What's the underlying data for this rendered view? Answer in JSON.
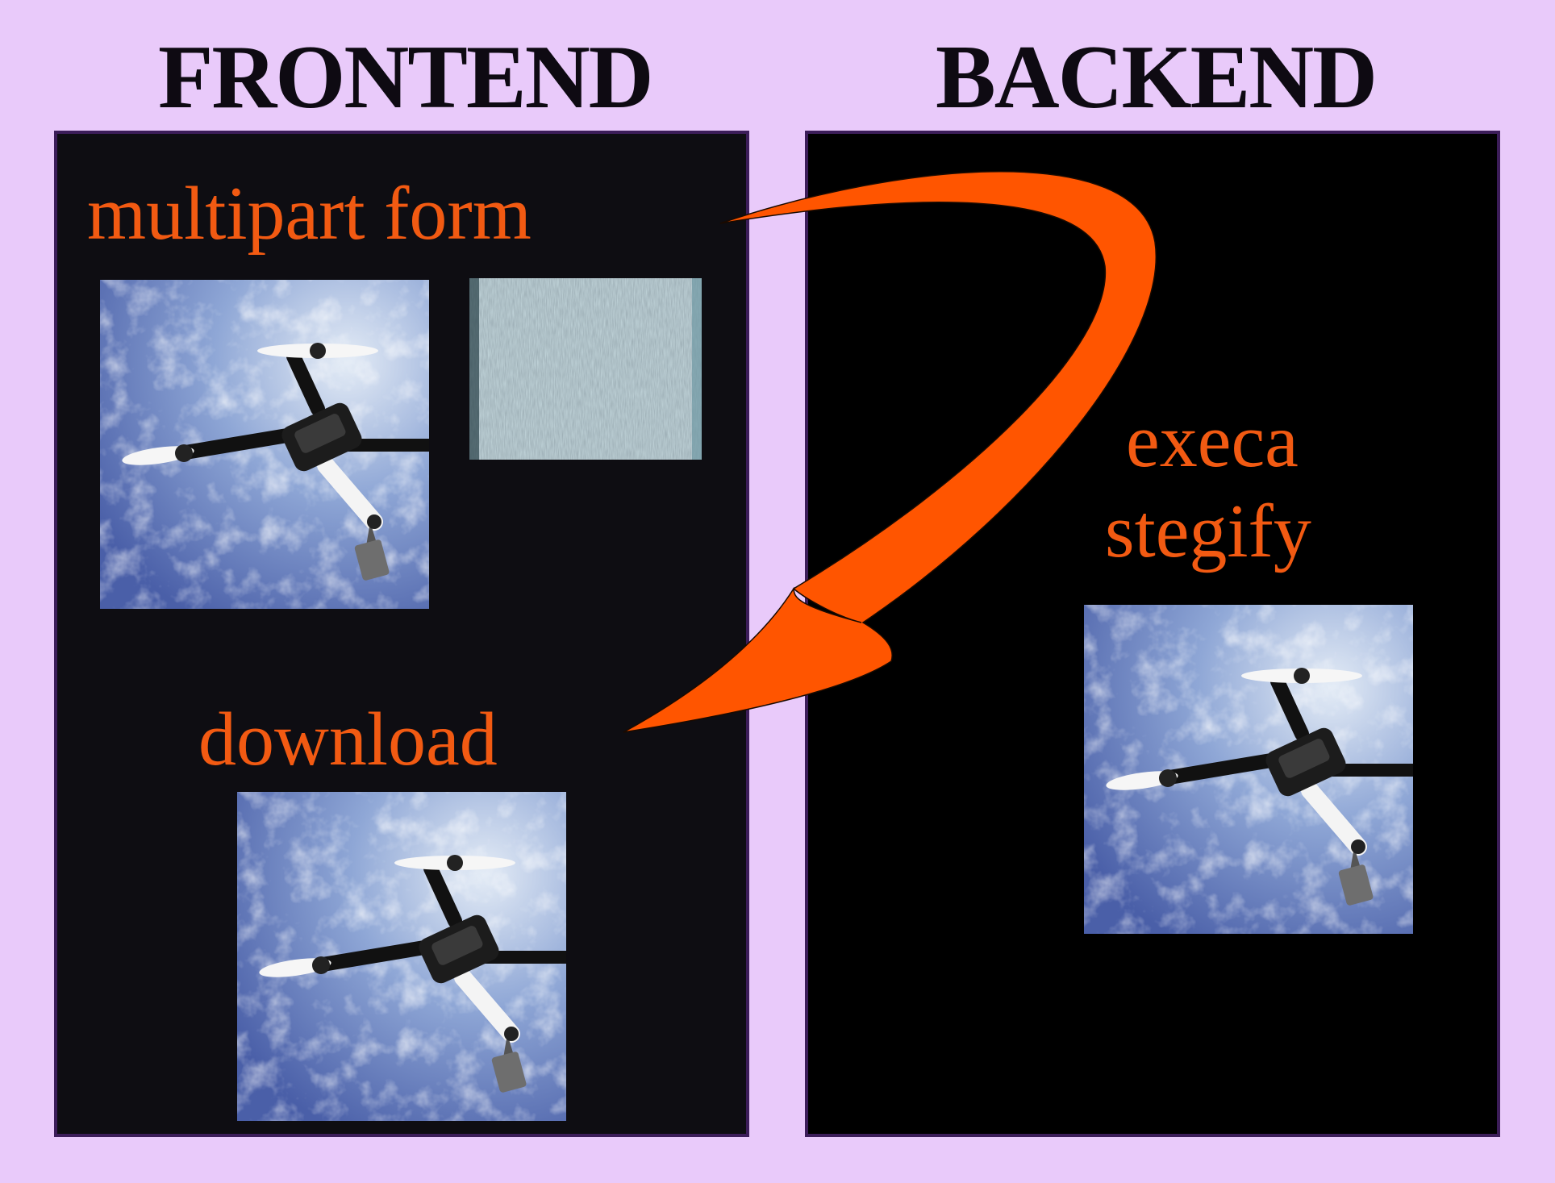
{
  "headings": {
    "frontend": "FRONTEND",
    "backend": "BACKEND"
  },
  "labels": {
    "multipart": "multipart form",
    "download": "download",
    "execa": "execa",
    "stegify": "stegify"
  },
  "images": {
    "cover_image": "drone-in-sky-photo",
    "payload_image": "noise-texture-image",
    "result_image": "drone-in-sky-photo"
  },
  "colors": {
    "background": "#e9cafa",
    "panel_front": "#0e0d12",
    "panel_back": "#000000",
    "panel_border": "#3c1d59",
    "accent": "#f25a12",
    "arrow": "#ff5500"
  }
}
